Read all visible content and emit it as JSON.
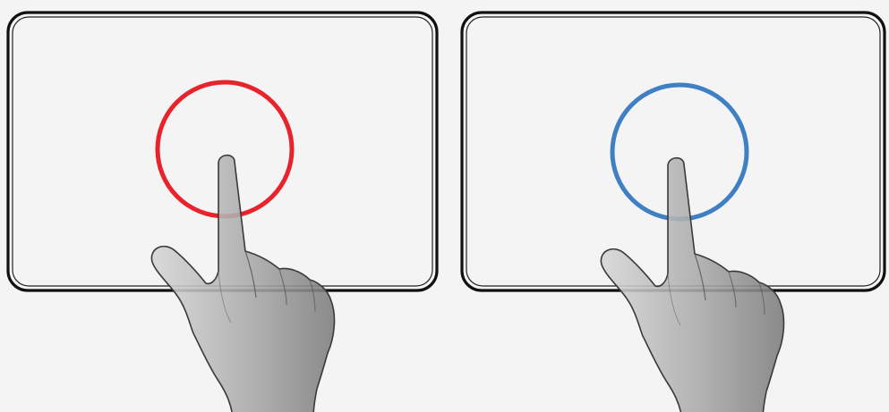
{
  "colors": {
    "background": "#f4f4f4",
    "pad_fill": "#f4f4f4",
    "pad_border": "#111111",
    "left_ring": "#e8232b",
    "right_ring": "#3f7fc4",
    "hand_light": "#d4d4d4",
    "hand_mid": "#a9a9a9",
    "hand_dark": "#7a7a7a",
    "hand_outline": "#3a3a3a"
  },
  "panels": [
    {
      "name": "left-touchpad",
      "ring_color_key": "left_ring",
      "ring_icon": "red-touch-circle-icon",
      "hand_icon": "pointing-hand-icon"
    },
    {
      "name": "right-touchpad",
      "ring_color_key": "right_ring",
      "ring_icon": "blue-touch-circle-icon",
      "hand_icon": "pointing-hand-icon"
    }
  ]
}
